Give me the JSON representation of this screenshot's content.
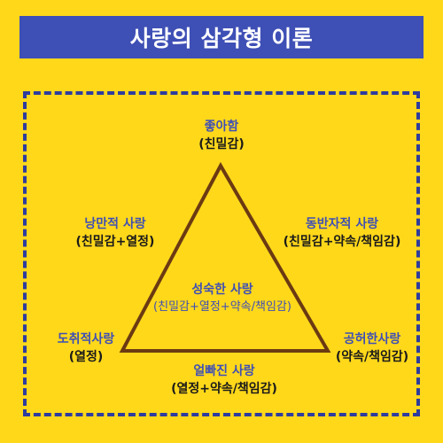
{
  "title": "사랑의 삼각형 이론",
  "colors": {
    "background": "#FFD81A",
    "title_bar": "#3E4FB5",
    "frame_dash": "#2E3C9E",
    "triangle_stroke": "#6B3A12",
    "label_name": "#3E4FB5",
    "label_detail": "#1A1A1A"
  },
  "vertices": {
    "top": {
      "name": "좋아함",
      "detail": "(친밀감)"
    },
    "bottom_left": {
      "name": "도취적사랑",
      "detail": "(열정)"
    },
    "bottom_right": {
      "name": "공허한사랑",
      "detail": "(약속/책임감)"
    }
  },
  "edges": {
    "left": {
      "name": "낭만적 사랑",
      "detail": "(친밀감+열정)"
    },
    "right": {
      "name": "동반자적 사랑",
      "detail": "(친밀감+약속/책임감)"
    },
    "bottom": {
      "name": "얼빠진 사랑",
      "detail": "(열정+약속/책임감)"
    }
  },
  "center": {
    "name": "성숙한 사랑",
    "detail": "(친밀감+열정+약속/책임감)"
  }
}
